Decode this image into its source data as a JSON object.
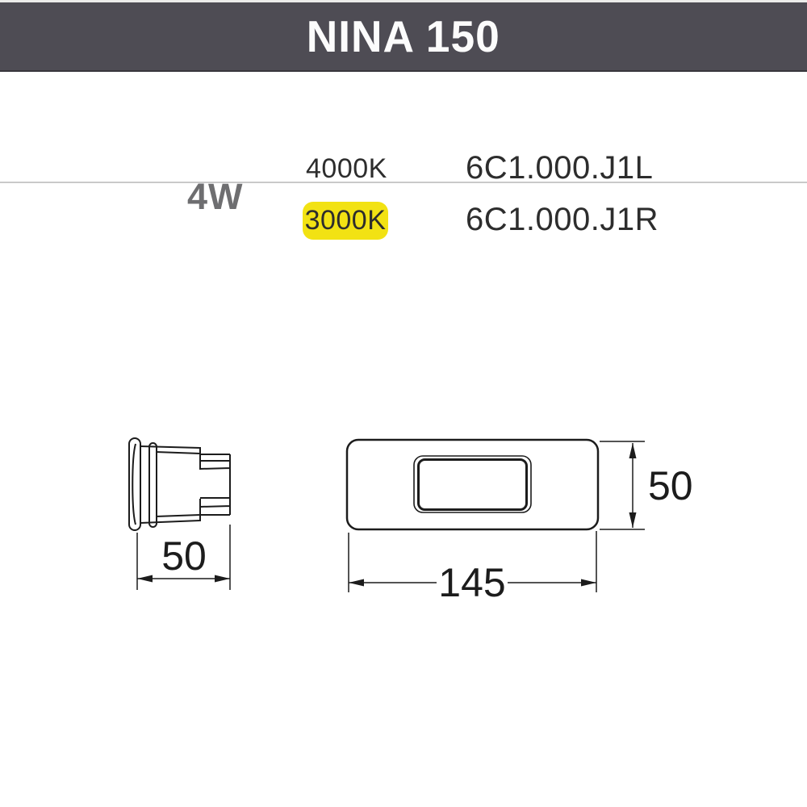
{
  "header": {
    "title": "NINA 150",
    "bg_color": "#4e4c54",
    "text_color": "#fcfcfc"
  },
  "specs": {
    "wattage": "4W",
    "variants": [
      {
        "color_temp": "4000K",
        "code": "6C1.000.J1L",
        "highlighted": false
      },
      {
        "color_temp": "3000K",
        "code": "6C1.000.J1R",
        "highlighted": true
      }
    ],
    "highlight_color": "#f2e213"
  },
  "drawings": {
    "line_color": "#1c1c1c",
    "side_view": {
      "label": "side-view-of-recessed-fixture",
      "depth_dimension": {
        "value": "50"
      }
    },
    "front_view": {
      "label": "front-view-of-faceplate",
      "width_dimension": {
        "value": "145"
      },
      "height_dimension": {
        "value": "50"
      }
    }
  }
}
